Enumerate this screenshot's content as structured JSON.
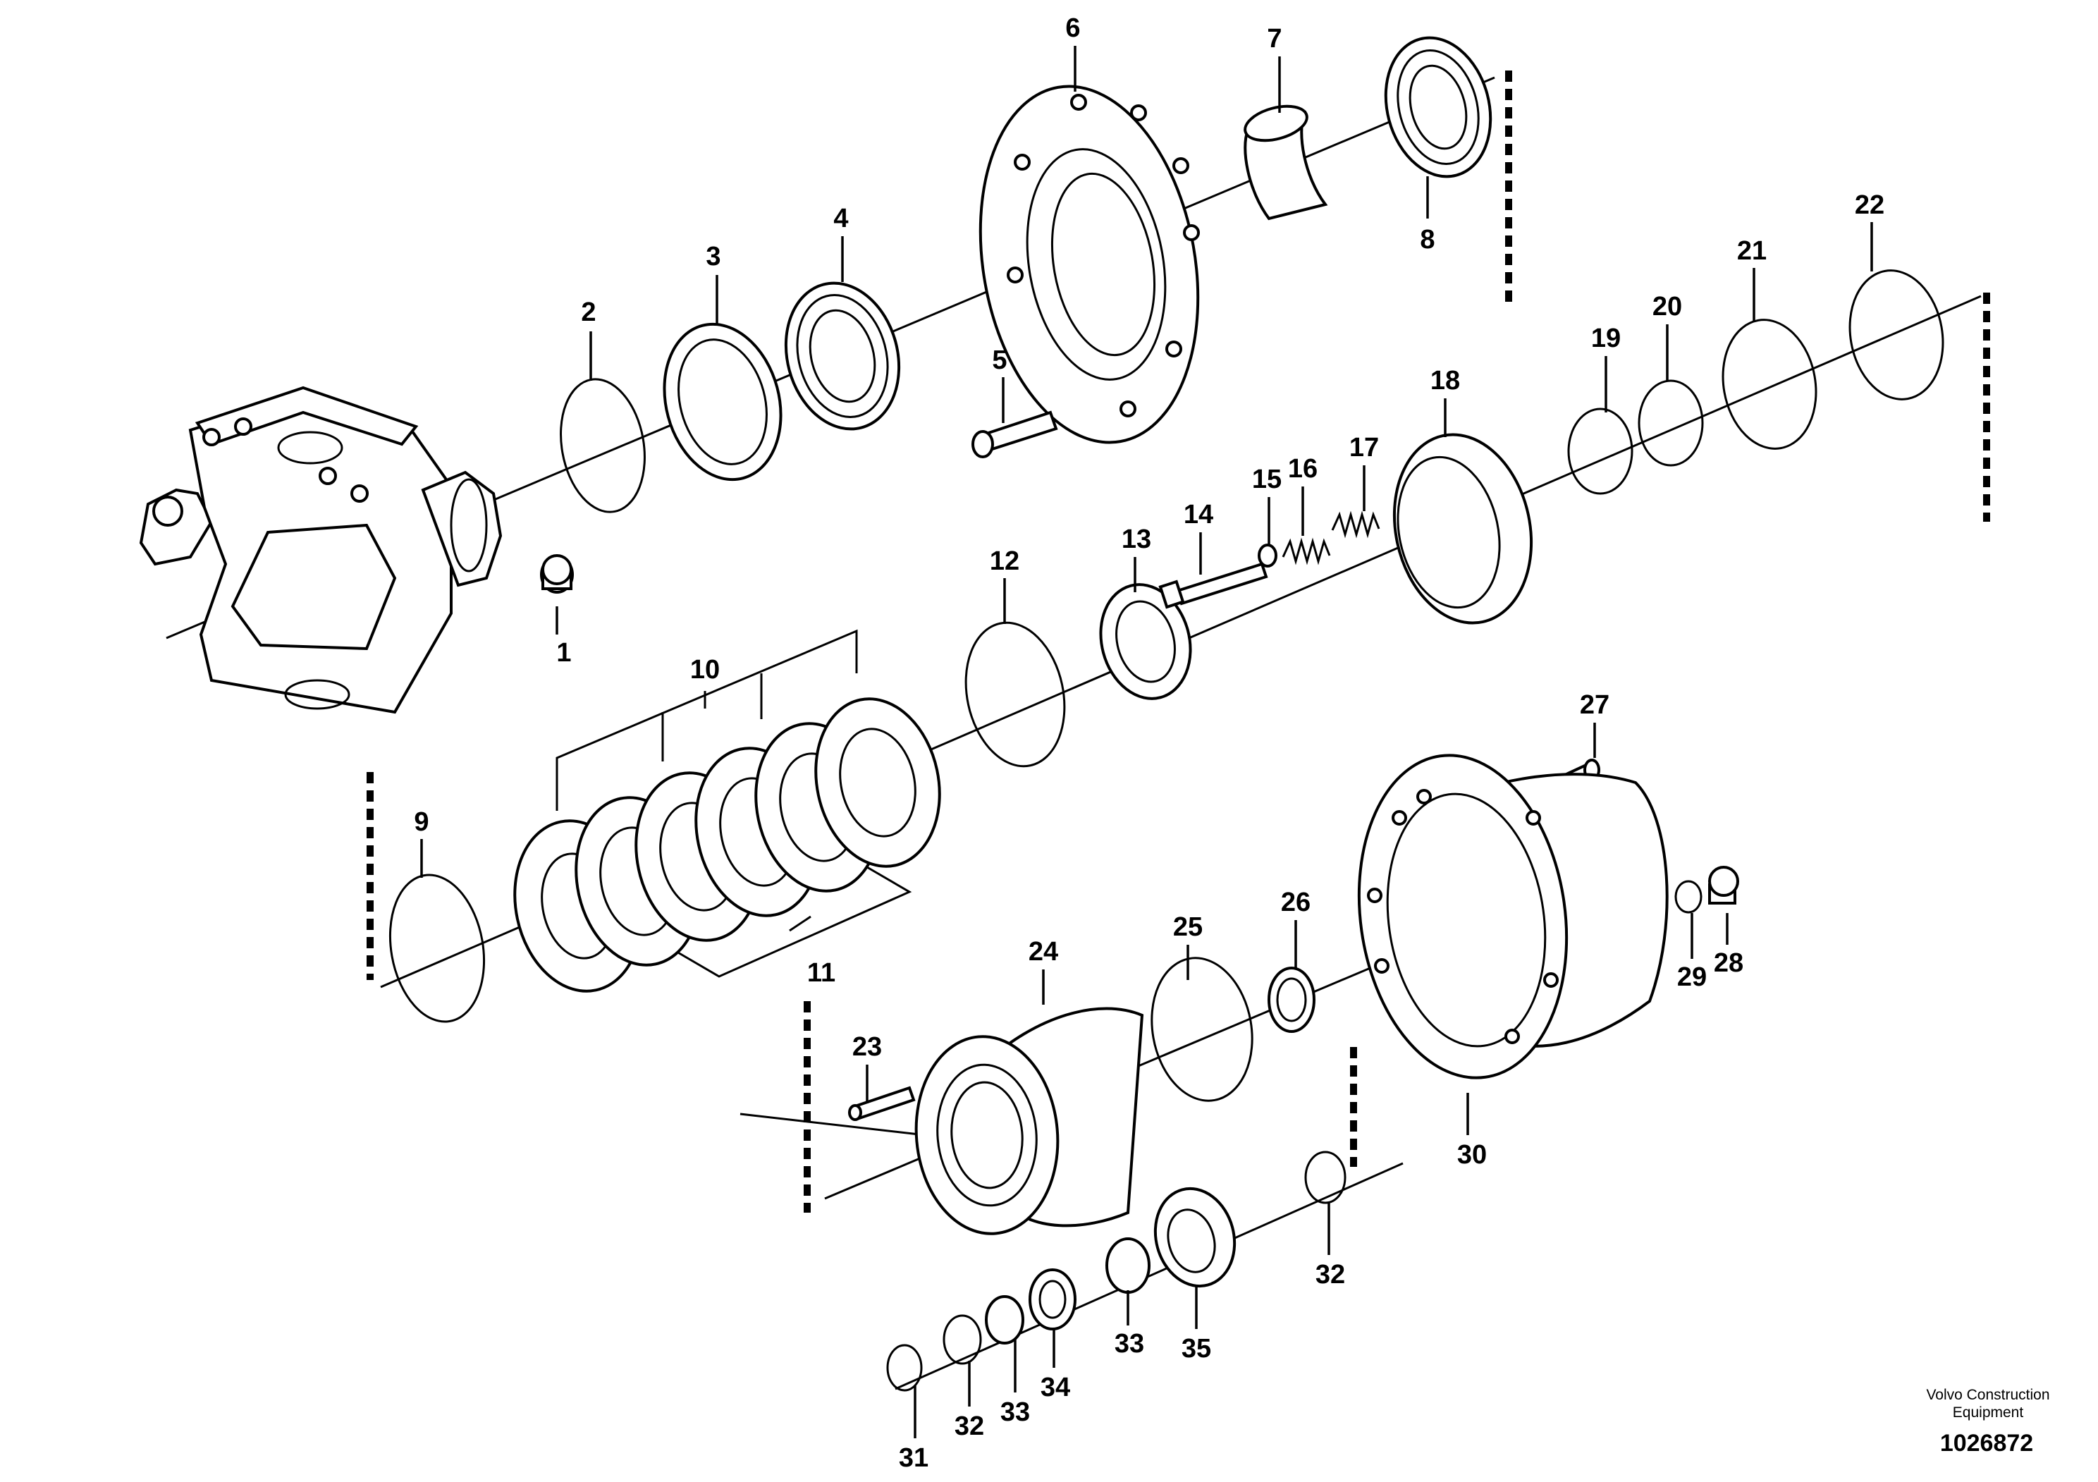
{
  "callouts": [
    "1",
    "2",
    "3",
    "4",
    "5",
    "6",
    "7",
    "8",
    "9",
    "10",
    "11",
    "12",
    "13",
    "14",
    "15",
    "16",
    "17",
    "18",
    "19",
    "20",
    "21",
    "22",
    "23",
    "24",
    "25",
    "26",
    "27",
    "28",
    "29",
    "30",
    "31",
    "32",
    "32",
    "33",
    "33",
    "34",
    "35"
  ],
  "footer": {
    "company_line1": "Volvo Construction",
    "company_line2": "Equipment",
    "drawing_number": "1026872"
  }
}
